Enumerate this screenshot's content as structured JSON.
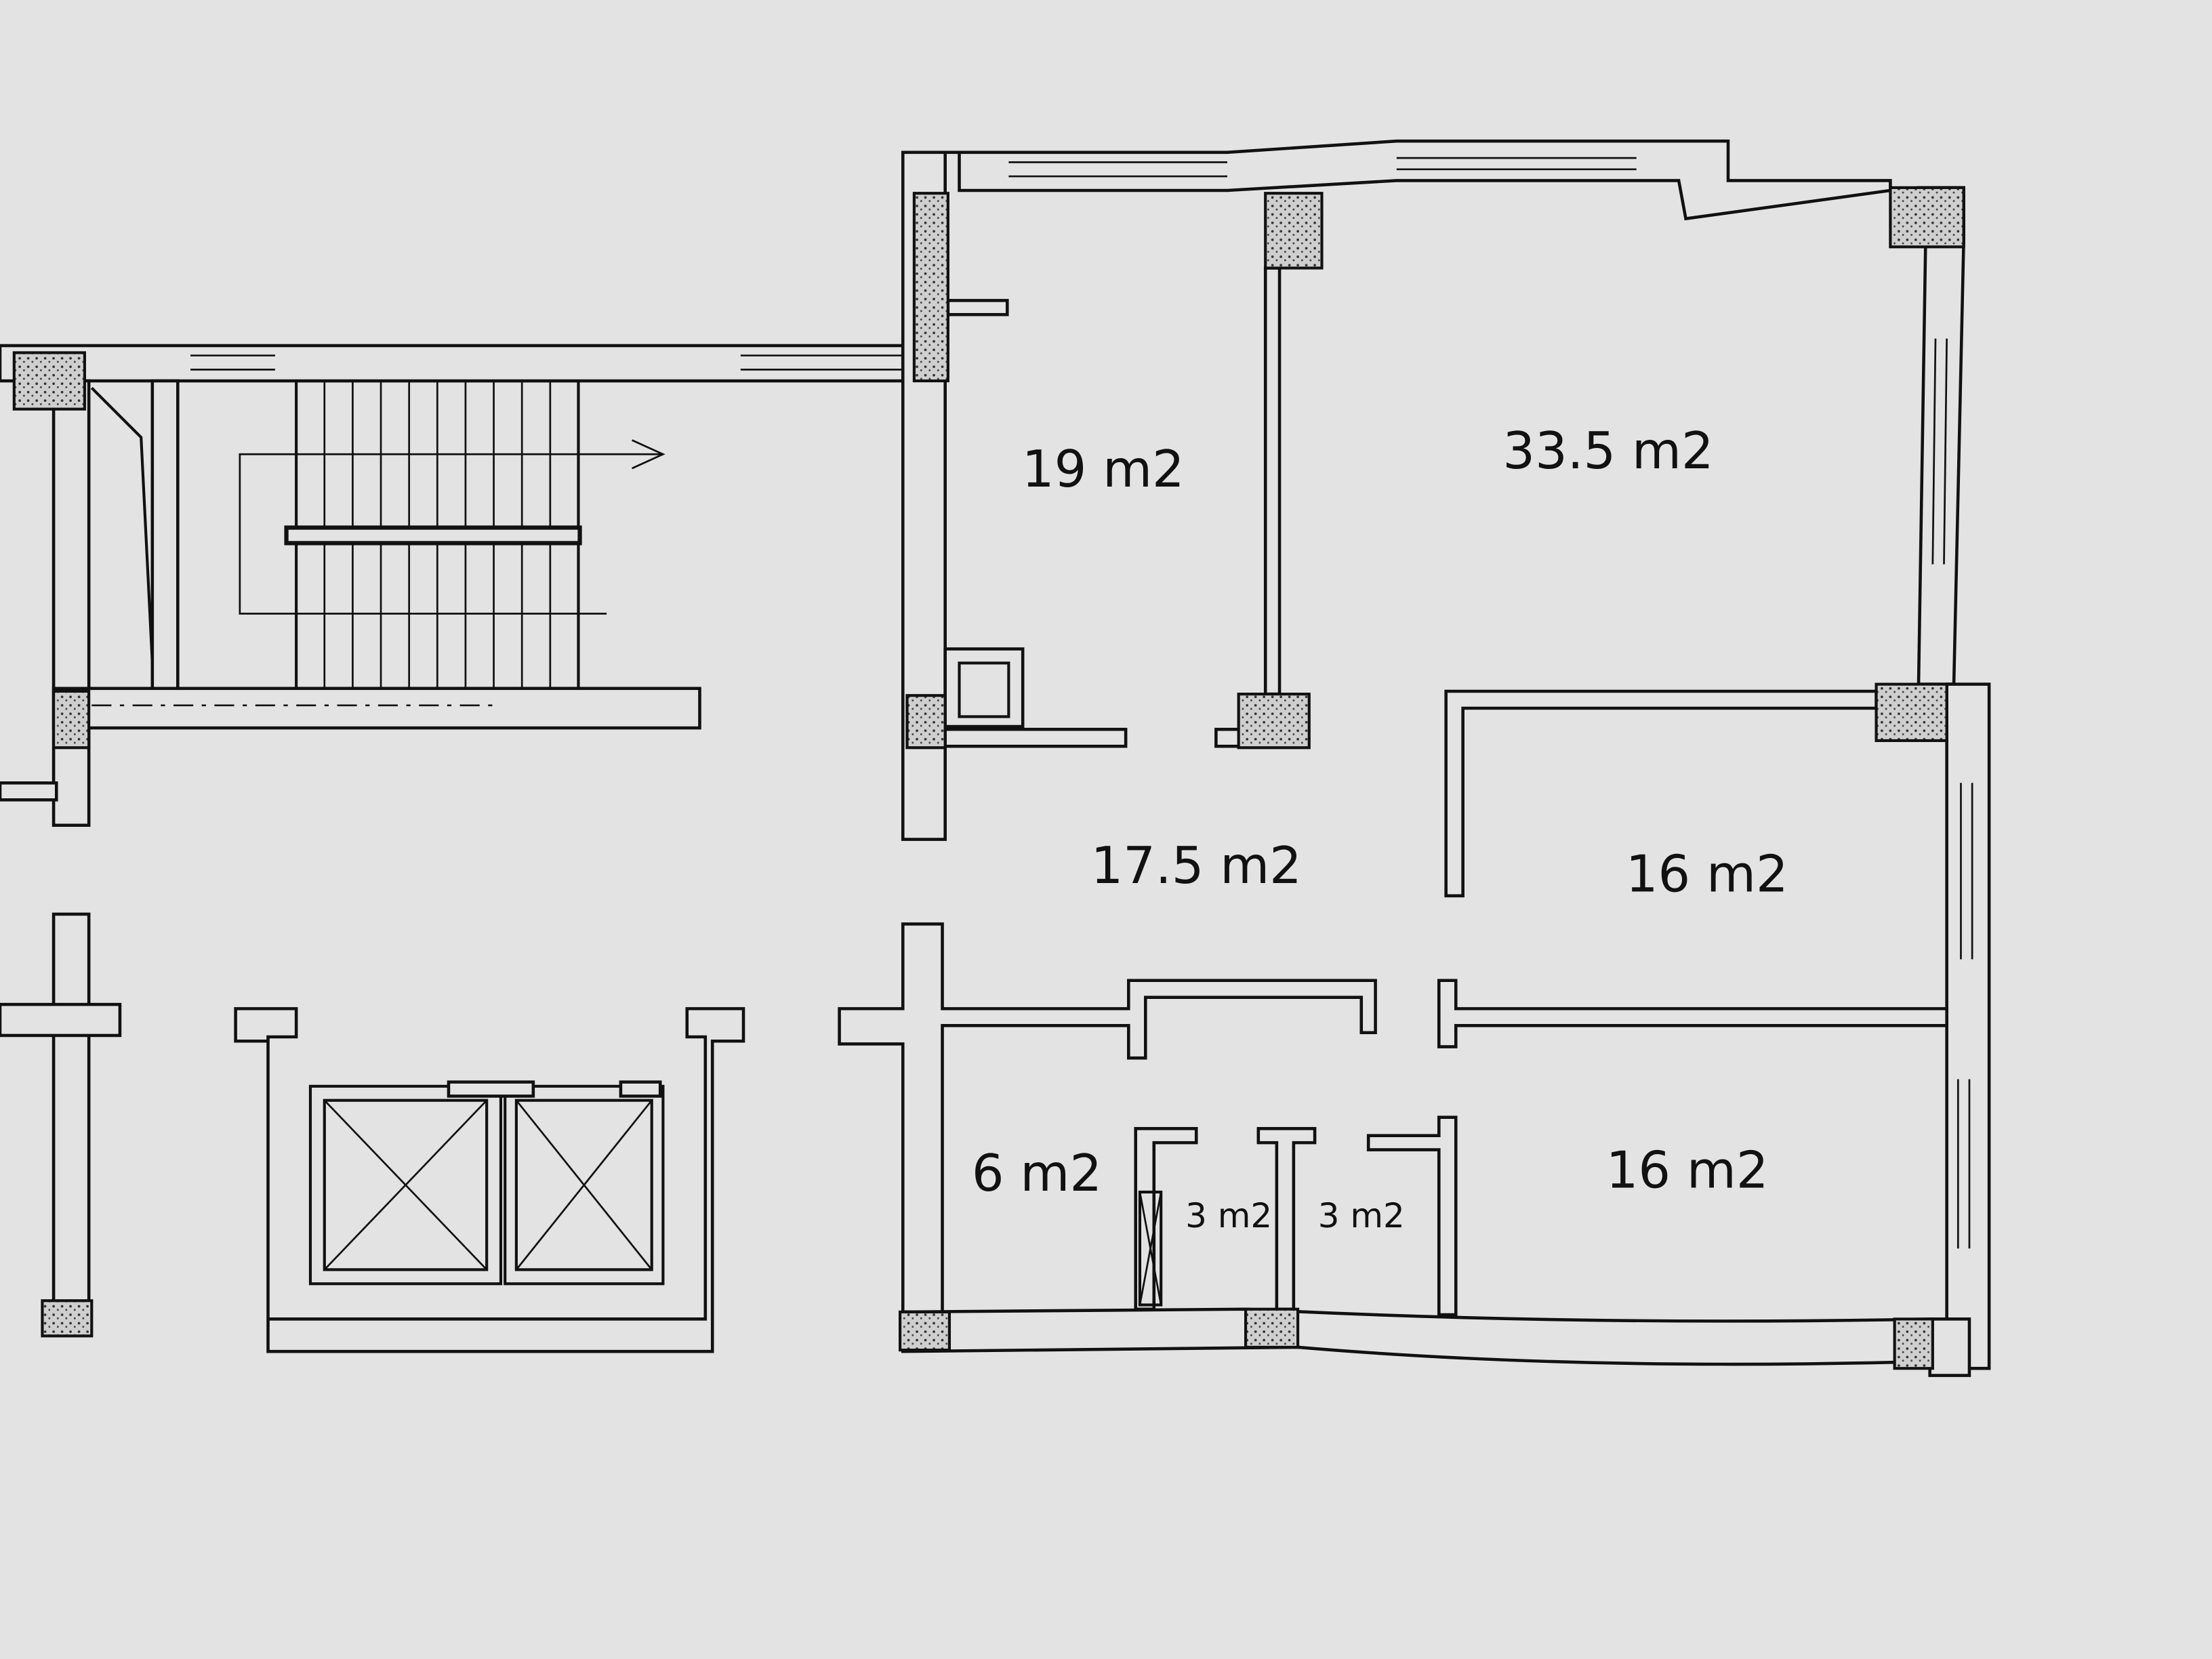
{
  "plan": {
    "rooms": [
      {
        "name": "room-19",
        "area": "19 m2"
      },
      {
        "name": "room-33-5",
        "area": "33.5 m2"
      },
      {
        "name": "hall-17-5",
        "area": "17.5 m2"
      },
      {
        "name": "room-16-upper",
        "area": "16 m2"
      },
      {
        "name": "room-16-lower",
        "area": "16 m2"
      },
      {
        "name": "room-6",
        "area": "6 m2"
      },
      {
        "name": "bath-3-a",
        "area": "3 m2"
      },
      {
        "name": "bath-3-b",
        "area": "3 m2"
      }
    ],
    "colors": {
      "background": "#e3e3e3",
      "ink": "#111111"
    }
  }
}
